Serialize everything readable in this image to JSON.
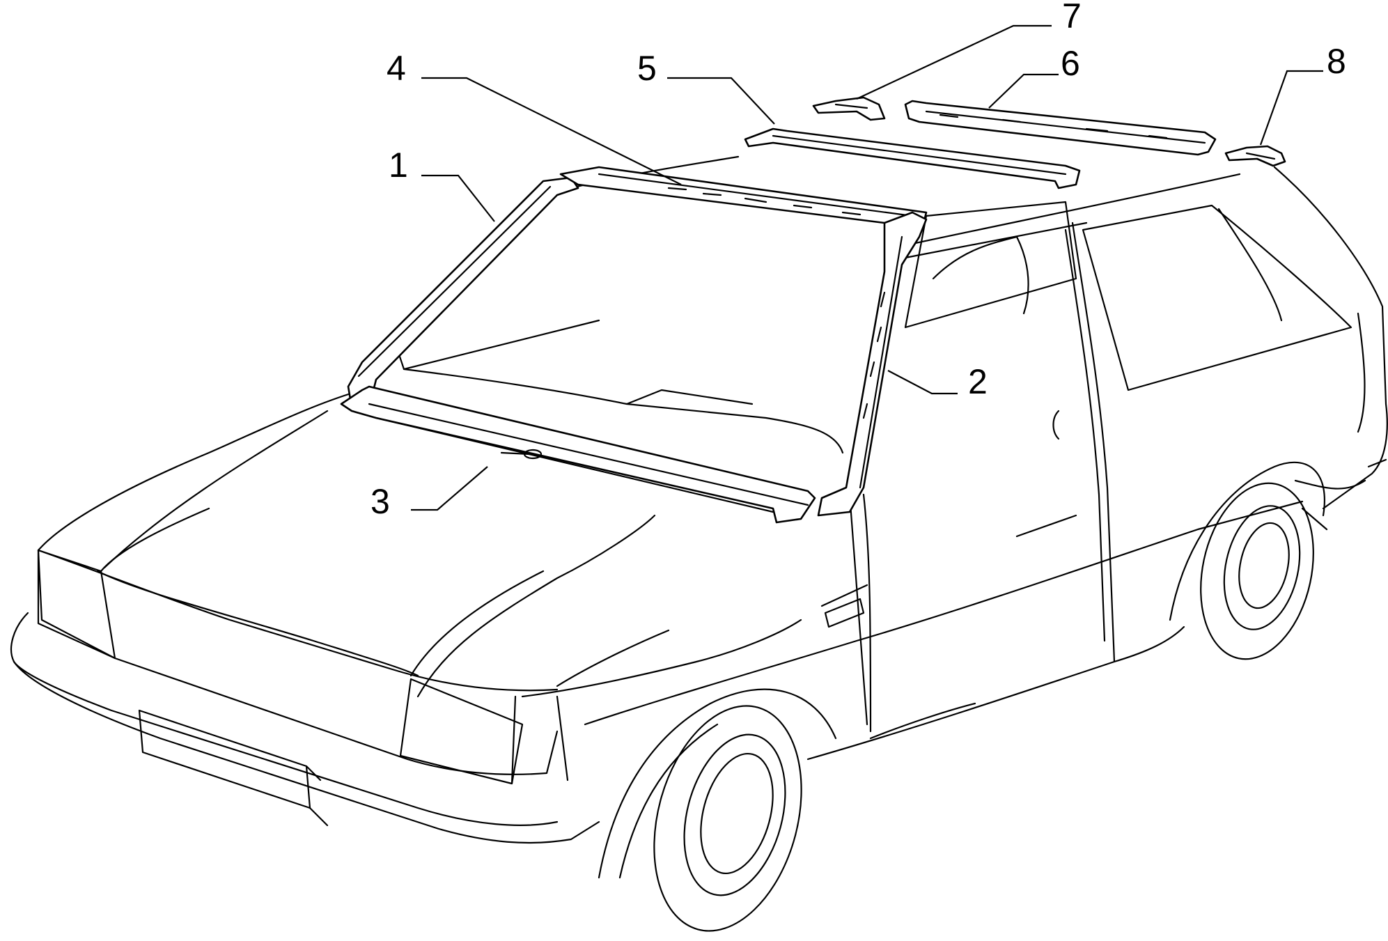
{
  "diagram": {
    "type": "exploded-parts-view",
    "subject": "car-body-roof-and-windshield-frame",
    "callouts": [
      {
        "id": "1",
        "label": "1"
      },
      {
        "id": "2",
        "label": "2"
      },
      {
        "id": "3",
        "label": "3"
      },
      {
        "id": "4",
        "label": "4"
      },
      {
        "id": "5",
        "label": "5"
      },
      {
        "id": "6",
        "label": "6"
      },
      {
        "id": "7",
        "label": "7"
      },
      {
        "id": "8",
        "label": "8"
      }
    ],
    "colors": {
      "line": "#000000",
      "background": "#ffffff"
    }
  }
}
